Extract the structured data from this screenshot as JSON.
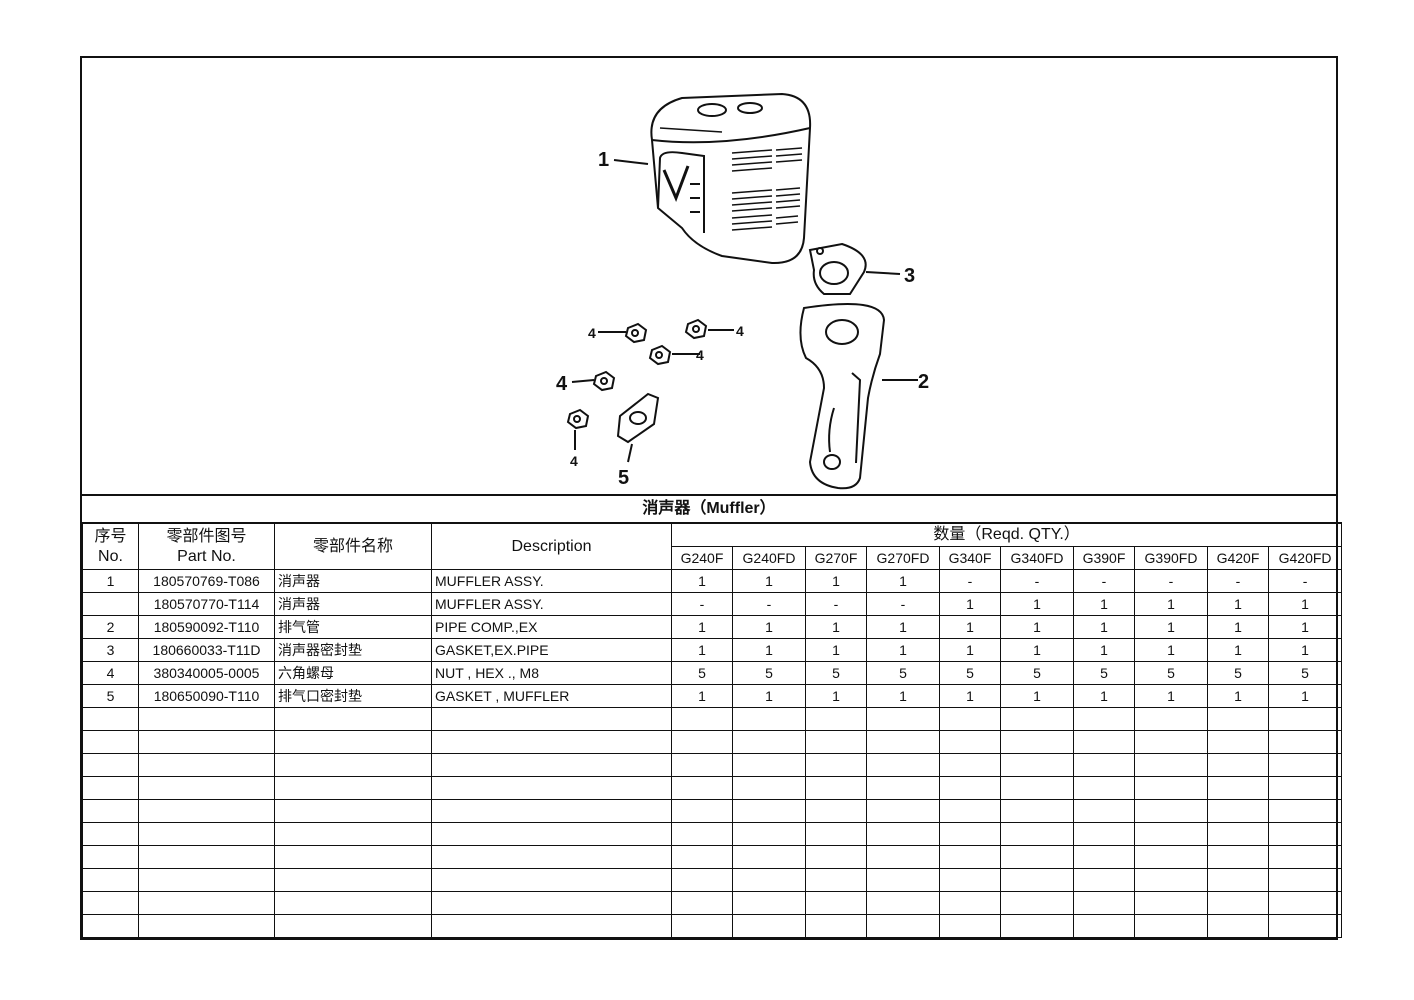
{
  "section_title": "消声器（Muffler）",
  "callouts": [
    "1",
    "2",
    "3",
    "4",
    "4",
    "4",
    "4",
    "4",
    "5"
  ],
  "headers": {
    "seq_cn": "序号",
    "seq_en": "No.",
    "partno_cn": "零部件图号",
    "partno_en": "Part No.",
    "name_cn": "零部件名称",
    "description": "Description",
    "qty": "数量（Reqd. QTY.）"
  },
  "models": [
    "G240F",
    "G240FD",
    "G270F",
    "G270FD",
    "G340F",
    "G340FD",
    "G390F",
    "G390FD",
    "G420F",
    "G420FD"
  ],
  "rows": [
    {
      "no": "1",
      "part": "180570769-T086",
      "name": "消声器",
      "desc": "MUFFLER ASSY.",
      "qty": [
        "1",
        "1",
        "1",
        "1",
        "-",
        "-",
        "-",
        "-",
        "-",
        "-"
      ]
    },
    {
      "no": "",
      "part": "180570770-T114",
      "name": "消声器",
      "desc": "MUFFLER ASSY.",
      "qty": [
        "-",
        "-",
        "-",
        "-",
        "1",
        "1",
        "1",
        "1",
        "1",
        "1"
      ]
    },
    {
      "no": "2",
      "part": "180590092-T110",
      "name": "排气管",
      "desc": "PIPE COMP.,EX",
      "qty": [
        "1",
        "1",
        "1",
        "1",
        "1",
        "1",
        "1",
        "1",
        "1",
        "1"
      ]
    },
    {
      "no": "3",
      "part": "180660033-T11D",
      "name": "消声器密封垫",
      "desc": "GASKET,EX.PIPE",
      "qty": [
        "1",
        "1",
        "1",
        "1",
        "1",
        "1",
        "1",
        "1",
        "1",
        "1"
      ]
    },
    {
      "no": "4",
      "part": "380340005-0005",
      "name": "六角螺母",
      "desc": "NUT , HEX ., M8",
      "qty": [
        "5",
        "5",
        "5",
        "5",
        "5",
        "5",
        "5",
        "5",
        "5",
        "5"
      ]
    },
    {
      "no": "5",
      "part": "180650090-T110",
      "name": "排气口密封垫",
      "desc": "GASKET , MUFFLER",
      "qty": [
        "1",
        "1",
        "1",
        "1",
        "1",
        "1",
        "1",
        "1",
        "1",
        "1"
      ]
    }
  ],
  "empty_row_count": 10
}
